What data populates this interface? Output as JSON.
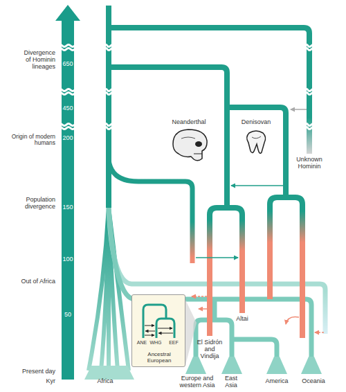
{
  "diagram": {
    "nodes": [
      {
        "text": [
          "ANE",
          "WHG",
          "EEF",
          "Ancestral European"
        ]
      }
    ],
    "labels": [
      "Divergence of Hominin lineages",
      "650",
      "450",
      "Origin of modern humans",
      "200",
      "Population divergence",
      "150",
      "100",
      "Out of Africa",
      "50",
      "Present day",
      "Kyr",
      "Neanderthal",
      "Denisovan",
      "Unknown Hominin",
      "Altai",
      "El Sidrón and Vindija",
      "Africa",
      "Europe and western Asia",
      "East Asia",
      "America",
      "Oceania"
    ]
  }
}
